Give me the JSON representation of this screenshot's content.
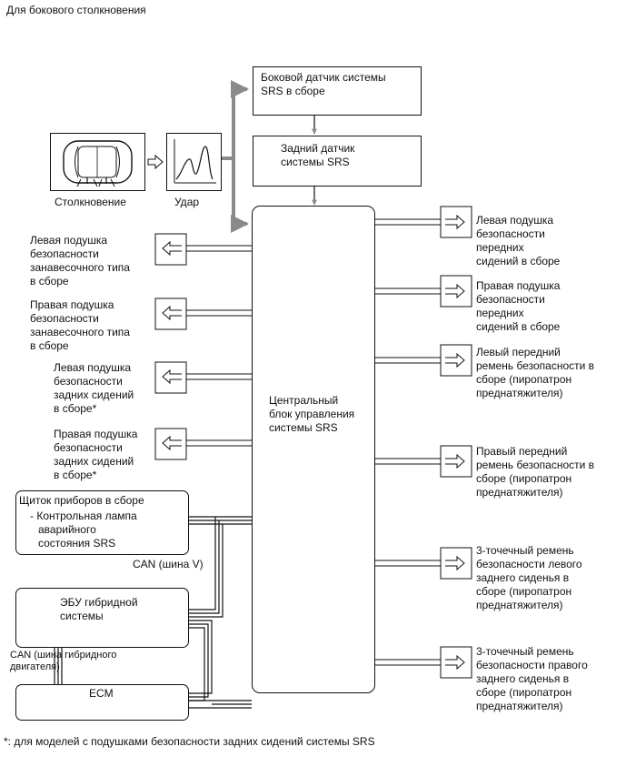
{
  "header": {
    "title": "Для бокового столкновения"
  },
  "sensors": {
    "side": [
      "Боковой датчик системы",
      "SRS в сборе"
    ],
    "rear": [
      "Задний датчик",
      "системы SRS"
    ]
  },
  "collision": {
    "label": "Столкновение"
  },
  "impact": {
    "label": "Удар"
  },
  "ecu": {
    "lines": [
      "Центральный",
      "блок управления",
      "системы SRS"
    ]
  },
  "left_outputs": [
    {
      "lines": [
        "Левая подушка",
        "безопасности",
        "занавесочного типа",
        "в сборе"
      ]
    },
    {
      "lines": [
        "Правая подушка",
        "безопасности",
        "занавесочного типа",
        "в сборе"
      ]
    },
    {
      "lines": [
        "Левая подушка",
        "безопасности",
        "задних сидений",
        "в сборе*"
      ]
    },
    {
      "lines": [
        "Правая подушка",
        "безопасности",
        "задних сидений",
        "в сборе*"
      ]
    }
  ],
  "right_outputs": [
    {
      "lines": [
        "Левая подушка",
        "безопасности",
        "передних",
        "сидений в сборе"
      ]
    },
    {
      "lines": [
        "Правая подушка",
        "безопасности",
        "передних",
        "сидений в сборе"
      ]
    },
    {
      "lines": [
        "Левый передний",
        "ремень безопасности в",
        "сборе (пиропатрон",
        "преднатяжителя)"
      ]
    },
    {
      "lines": [
        "Правый передний",
        "ремень безопасности в",
        "сборе (пиропатрон",
        "преднатяжителя)"
      ]
    },
    {
      "lines": [
        "3-точечный ремень",
        "безопасности левого",
        "заднего сиденья в",
        "сборе (пиропатрон",
        "преднатяжителя)"
      ]
    },
    {
      "lines": [
        "3-точечный ремень",
        "безопасности правого",
        "заднего сиденья в",
        "сборе (пиропатрон",
        "преднатяжителя)"
      ]
    }
  ],
  "meter": {
    "title": "Щиток приборов в сборе",
    "lines": [
      "- Контрольная лампа",
      "аварийного",
      "состояния SRS"
    ]
  },
  "can_v": "CAN (шина V)",
  "hybrid_ecu": {
    "lines": [
      "ЭБУ гибридной",
      "системы"
    ]
  },
  "can_hybrid": [
    "CAN (шина гибридного",
    "двигателя)"
  ],
  "ecm": "ECM",
  "footnote": "*: для моделей с подушками безопасности задних сидений системы SRS"
}
